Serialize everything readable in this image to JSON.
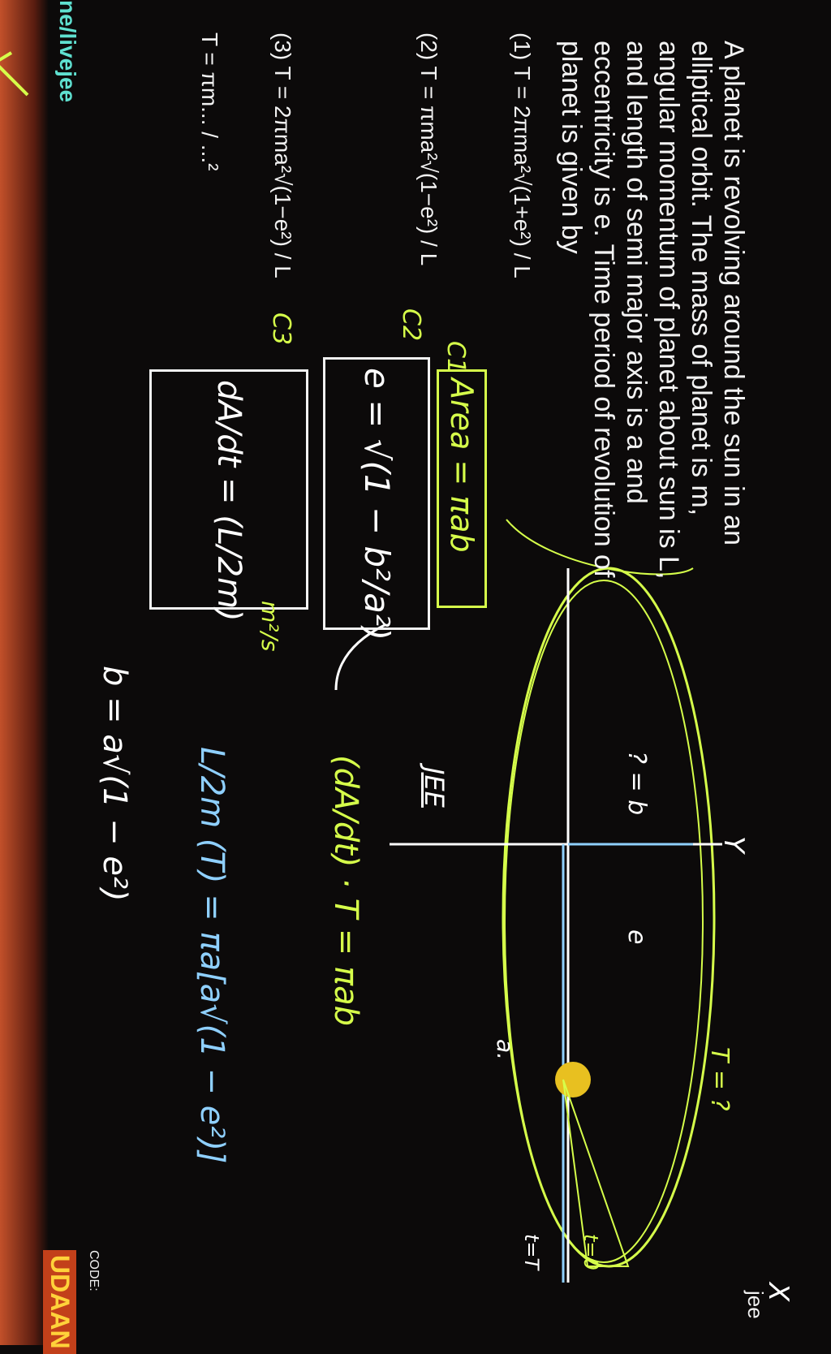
{
  "question": {
    "lines": [
      "A planet is revolving around the sun in an",
      "elliptical orbit. The mass of planet is m,",
      "angular momentum of planet about sun is L,",
      "and length of semi major axis is a and",
      "eccentricity is e. Time period of revolution of",
      "planet is given by"
    ],
    "options": [
      "(1) T = 2πma²√(1+e²) / L",
      "(2) T = πma²√(1−e²) / L",
      "(3) T = 2πma²√(1−e²) / L",
      "T = πm... / ...²"
    ]
  },
  "watermark": {
    "channel": "ne/livejee",
    "brand": "jee",
    "code_label": "CODE:",
    "code": "UDAAN"
  },
  "handwriting": {
    "c1": "C1",
    "area": "Area = πab",
    "c2": "C2",
    "ecc": "e = √(1 − b²/a²)",
    "c3": "C3",
    "areal": "dA/dt = (L/2m)",
    "units": "m²/s",
    "b_formula": "b = a√(1 − e²)",
    "jee": "JEE",
    "eq1": "(dA/dt) · T = πab",
    "eq2": "L/2m (T) = πa[a√(1 − e²)]",
    "t_q": "T = ?",
    "b_label": "? = b",
    "e_label": "e",
    "a_label": "a.",
    "t0": "t=0",
    "tT": "t=T",
    "axis_x": "X",
    "axis_y": "Y"
  },
  "colors": {
    "chalk": "#d6ff4a",
    "blue": "#8fd0ff",
    "text": "#f2f2f2",
    "background": "#0c0a0a"
  }
}
